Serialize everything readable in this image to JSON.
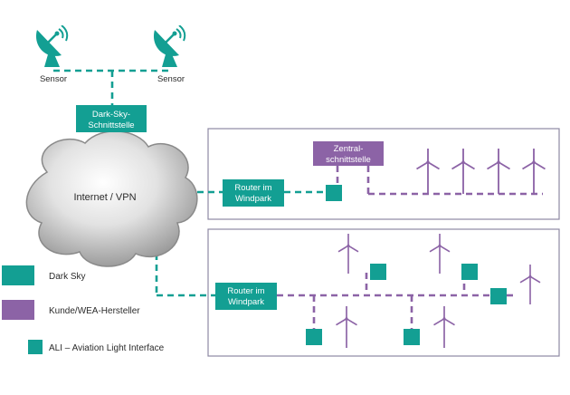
{
  "colors": {
    "teal": "#139f93",
    "purple": "#8c63a6",
    "border": "#8e88a4",
    "cloud_light": "#ffffff",
    "cloud_dark": "#8a8a8a",
    "text": "#2b2b2b",
    "box_text": "#ffffff"
  },
  "sensors": [
    {
      "label": "Sensor",
      "icon": "satellite-dish-icon"
    },
    {
      "label": "Sensor",
      "icon": "satellite-dish-icon"
    }
  ],
  "dark_sky_interface": {
    "line1": "Dark-Sky-",
    "line2": "Schnittstelle"
  },
  "cloud": {
    "label": "Internet / VPN"
  },
  "windpark_1": {
    "router": {
      "line1": "Router im",
      "line2": "Windpark"
    },
    "central_interface": {
      "line1": "Zentral-",
      "line2": "schnittstelle"
    },
    "turbine_count": 4,
    "ali_count": 1
  },
  "windpark_2": {
    "router": {
      "line1": "Router im",
      "line2": "Windpark"
    },
    "turbine_count": 5,
    "ali_count": 5
  },
  "legend": [
    {
      "label": "Dark Sky",
      "color": "#139f93",
      "kind": "swatch"
    },
    {
      "label": "Kunde/WEA-Hersteller",
      "color": "#8c63a6",
      "kind": "swatch"
    },
    {
      "label": "ALI – Aviation Light Interface",
      "color": "#139f93",
      "kind": "square"
    }
  ]
}
